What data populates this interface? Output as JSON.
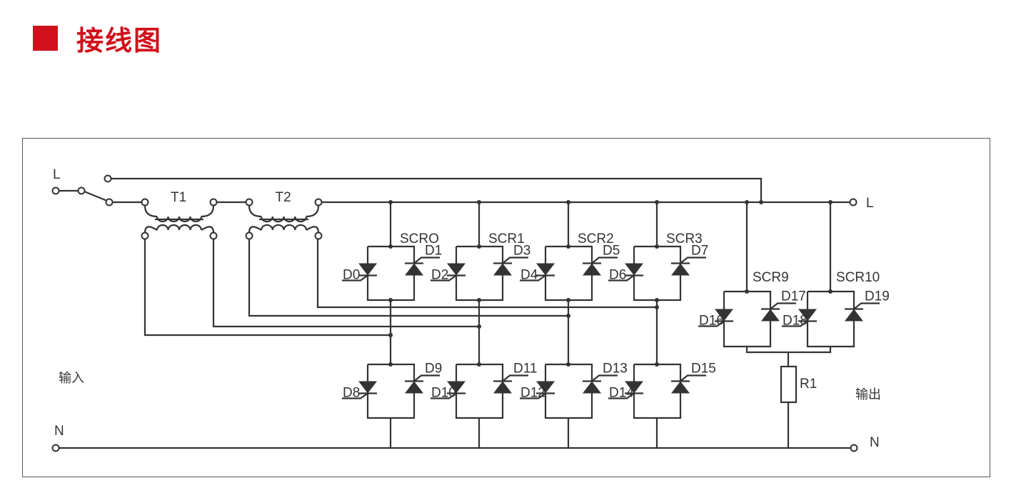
{
  "header": {
    "title": "接线图",
    "accent_color": "#d0111b"
  },
  "diagram": {
    "input_label": "输入",
    "output_label": "输出",
    "terminal_labels": {
      "in_L": "L",
      "in_N": "N",
      "out_L": "L",
      "out_N": "N"
    },
    "transformers": [
      "T1",
      "T2"
    ],
    "upper_scr": [
      {
        "name": "SCRO",
        "left": "D0",
        "right": "D1"
      },
      {
        "name": "SCR1",
        "left": "D2",
        "right": "D3"
      },
      {
        "name": "SCR2",
        "left": "D4",
        "right": "D5"
      },
      {
        "name": "SCR3",
        "left": "D6",
        "right": "D7"
      }
    ],
    "lower_scr": [
      {
        "left": "D8",
        "right": "D9"
      },
      {
        "left": "D10",
        "right": "D11"
      },
      {
        "left": "D12",
        "right": "D13"
      },
      {
        "left": "D14",
        "right": "D15"
      }
    ],
    "output_scr": [
      {
        "name": "SCR9",
        "left": "D16",
        "right": "D17"
      },
      {
        "name": "SCR10",
        "left": "D18",
        "right": "D19"
      }
    ],
    "resistor": "R1"
  }
}
